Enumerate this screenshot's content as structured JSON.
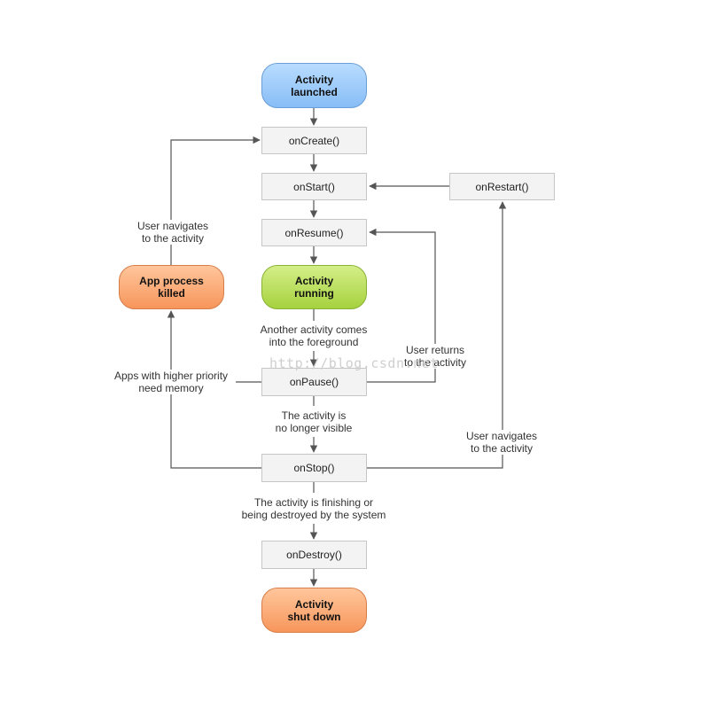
{
  "nodes": {
    "activity_launched": "Activity\nlaunched",
    "on_create": "onCreate()",
    "on_start": "onStart()",
    "on_restart": "onRestart()",
    "on_resume": "onResume()",
    "activity_running": "Activity\nrunning",
    "app_process_killed": "App process\nkilled",
    "on_pause": "onPause()",
    "on_stop": "onStop()",
    "on_destroy": "onDestroy()",
    "activity_shut_down": "Activity\nshut down"
  },
  "captions": {
    "user_navigates_left": "User navigates\nto the activity",
    "another_activity": "Another activity comes\ninto the foreground",
    "user_returns": "User returns\nto the activity",
    "apps_higher_priority": "Apps with higher priority\nneed memory",
    "no_longer_visible": "The activity is\nno longer visible",
    "user_navigates_right": "User navigates\nto the activity",
    "finishing_or_destroyed": "The activity is finishing or\nbeing destroyed by the system"
  },
  "watermark": "http://blog.csdn.net",
  "colors": {
    "arrow": "#555555",
    "launched": "#99c9fb",
    "running": "#b5dd55",
    "terminal": "#fba56f",
    "callback_box": "#f3f3f3"
  }
}
